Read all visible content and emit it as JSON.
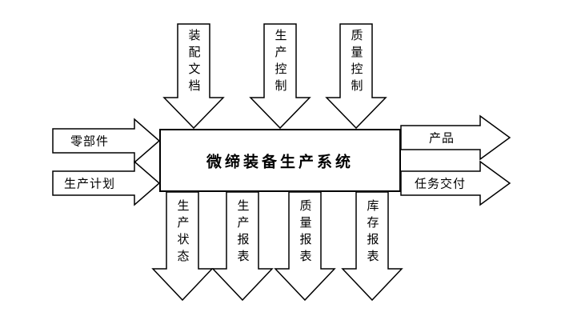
{
  "diagram": {
    "title": "微缔装备生产系统",
    "inputs_top": [
      {
        "label": "装配文档"
      },
      {
        "label": "生产控制"
      },
      {
        "label": "质量控制"
      }
    ],
    "inputs_left": [
      {
        "label": "零部件"
      },
      {
        "label": "生产计划"
      }
    ],
    "outputs_right": [
      {
        "label": "产品"
      },
      {
        "label": "任务交付"
      }
    ],
    "outputs_bottom": [
      {
        "label": "生产状态"
      },
      {
        "label": "生产报表"
      },
      {
        "label": "质量报表"
      },
      {
        "label": "库存报表"
      }
    ],
    "colors": {
      "background": "#ffffff",
      "arrow_fill": "#ffffff",
      "arrow_stroke": "#000000",
      "box_stroke": "#000000",
      "text": "#000000"
    }
  }
}
